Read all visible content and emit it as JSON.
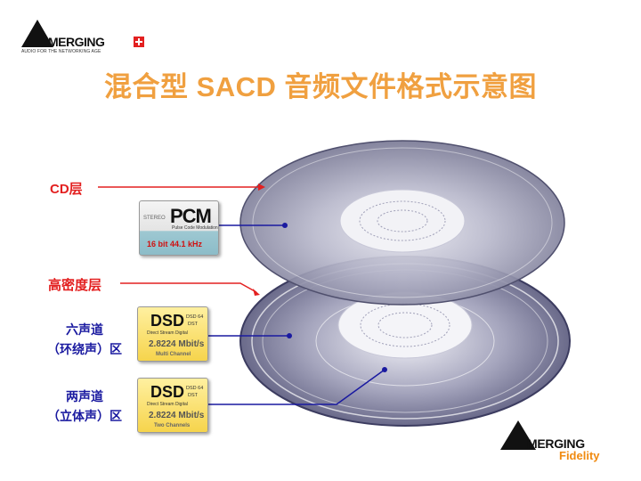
{
  "logo_top": {
    "brand": "MERGING",
    "tagline": "AUDIO FOR THE NETWORKING AGE"
  },
  "title": "混合型 SACD 音频文件格式示意图",
  "labels": {
    "cd_layer": "CD层",
    "hd_layer": "高密度层",
    "six_ch_line1": "六声道",
    "six_ch_line2": "（环绕声）区",
    "two_ch_line1": "两声道",
    "two_ch_line2": "（立体声）区"
  },
  "pcm_card": {
    "stereo": "STEREO",
    "format": "PCM",
    "sub": "Pulse Code Modulation",
    "rate": "16 bit 44.1 kHz"
  },
  "dsd_card_six": {
    "format": "DSD",
    "fmt_a": "DSD 64",
    "fmt_b": "DST",
    "sub": "Direct Stream Digital",
    "rate": "2.8224 Mbit/s",
    "channels": "Multi Channel"
  },
  "dsd_card_two": {
    "format": "DSD",
    "fmt_a": "DSD 64",
    "fmt_b": "DST",
    "sub": "Direct Stream Digital",
    "rate": "2.8224 Mbit/s",
    "channels": "Two Channels"
  },
  "logo_bottom": {
    "brand": "MERGING",
    "product": "Fidelity"
  },
  "colors": {
    "title": "#f0a040",
    "red_label": "#e32020",
    "blue_label": "#1a1aa0",
    "accent": "#f08a10"
  }
}
